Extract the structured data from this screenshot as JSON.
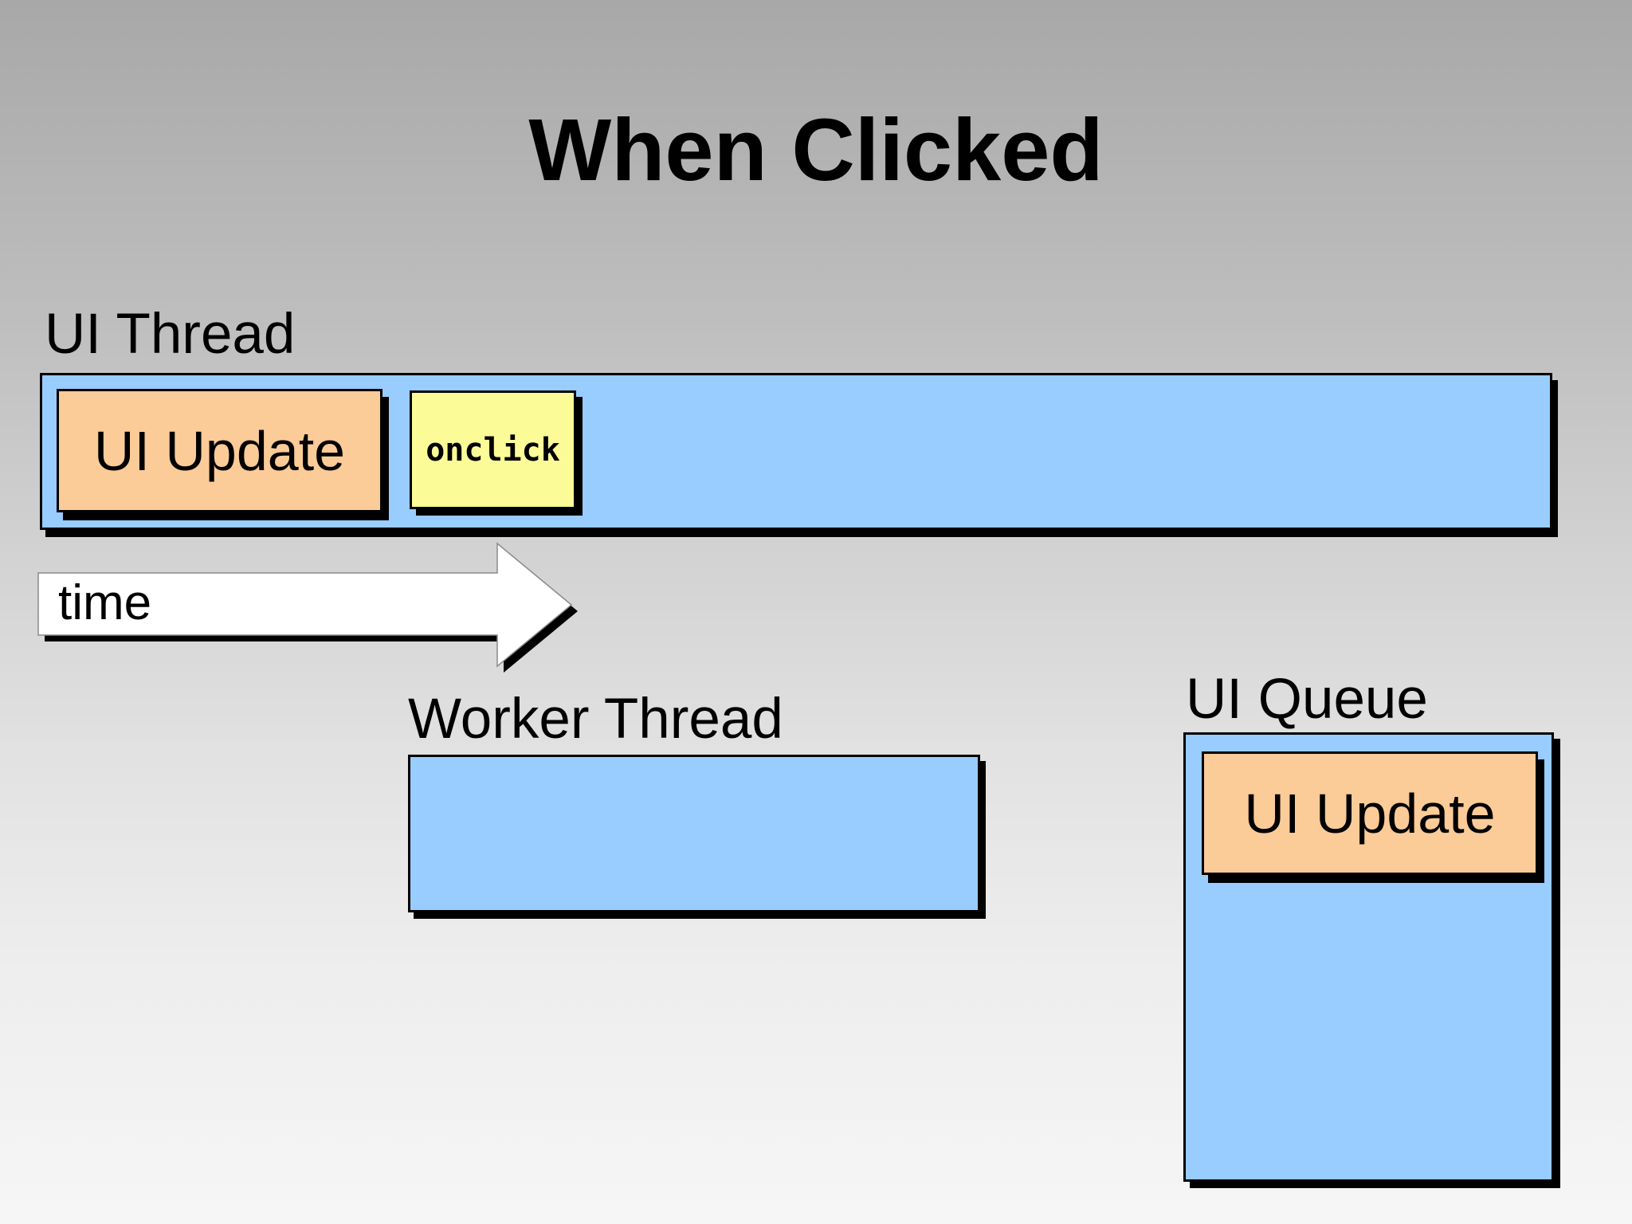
{
  "slide": {
    "title": "When Clicked",
    "colors": {
      "background_top": "#a8a8a8",
      "background_bottom": "#f6f6f6",
      "thread_fill": "#99ccff",
      "task_fill": "#fbcb98",
      "event_fill": "#fbfb98",
      "border": "#000000",
      "shadow": "#000000",
      "arrow_fill": "#ffffff"
    },
    "ui_thread": {
      "label": "UI Thread",
      "blocks": [
        {
          "label": "UI Update",
          "type": "task"
        },
        {
          "label": "onclick",
          "type": "event-handler"
        }
      ]
    },
    "time_arrow": {
      "label": "time"
    },
    "worker_thread": {
      "label": "Worker Thread",
      "blocks": []
    },
    "ui_queue": {
      "label": "UI Queue",
      "blocks": [
        {
          "label": "UI Update",
          "type": "task"
        }
      ]
    }
  }
}
